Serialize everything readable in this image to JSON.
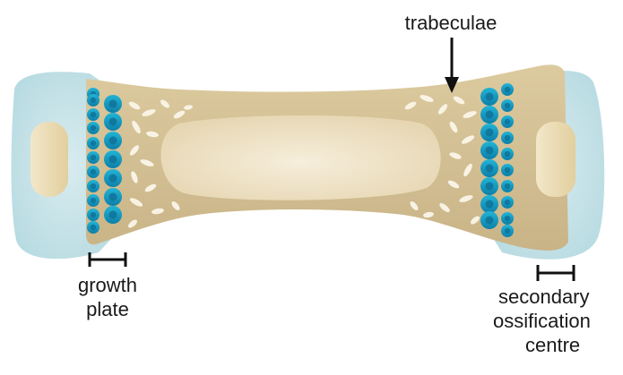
{
  "labels": {
    "trabeculae": "trabeculae",
    "growth_plate": [
      "growth",
      "plate"
    ],
    "secondary_ossification_centre": [
      "secondary",
      "ossification",
      "centre"
    ]
  },
  "colors": {
    "cartilage": "#c5e1e6",
    "bone": "#d5c39c",
    "marrow_cavity": "#ede0c2",
    "trabeculae": "#fbf6e9",
    "chondrocyte": "#1ba3c9",
    "chondrocyte_core": "#0f6f96",
    "text": "#1a1a1a"
  }
}
